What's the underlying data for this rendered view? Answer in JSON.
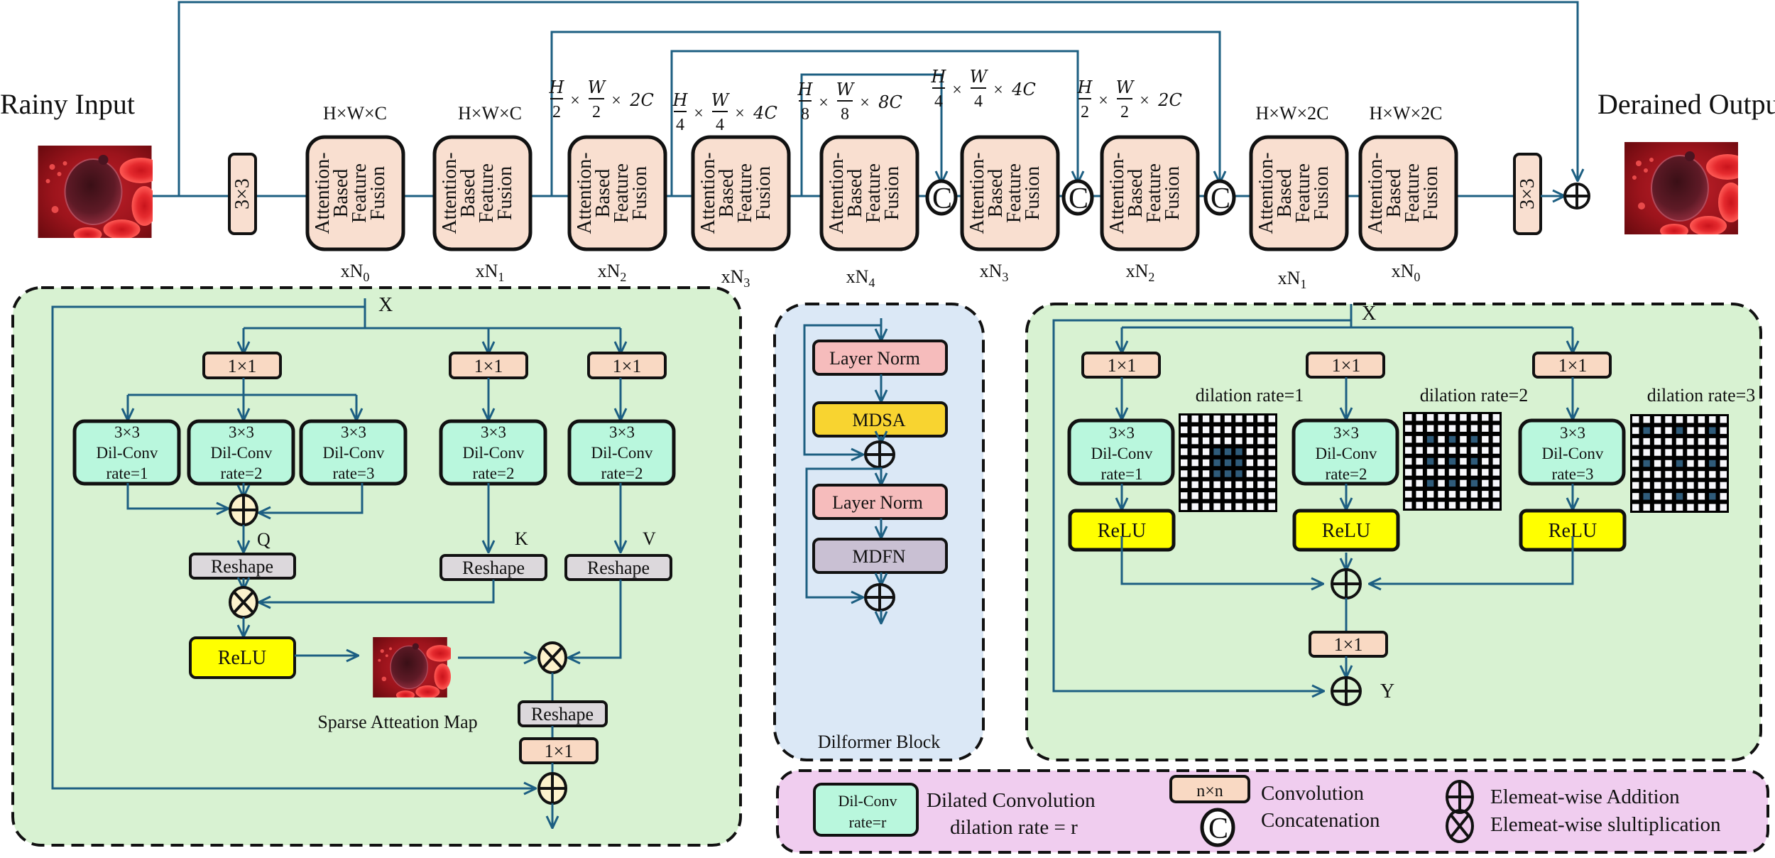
{
  "colors": {
    "line": "#1d5f82",
    "afb_fill": "#f9dfd0",
    "conv_fill": "#f9d9c3",
    "dilconv_fill": "#b9f7dd",
    "relu_fill": "#ffff00",
    "reshape_fill": "#dcd8dc",
    "op_fill": "#fdf2cc",
    "layernorm_fill": "#f6bcbc",
    "mdsa_fill": "#f8d430",
    "mdfn_fill": "#c9c0d3",
    "panel_green": "#d8f2d2",
    "panel_blue": "#dbe8f6",
    "panel_pink": "#f0cdef",
    "dilation_cell": "#2f5b7a"
  },
  "top": {
    "input_label": "Rainy Input",
    "output_label": "Derained Output",
    "conv_in": "3×3",
    "conv_out": "3×3",
    "afb_lines": [
      "Attention-",
      "Based",
      "Feature",
      "Fusion"
    ],
    "stages": [
      {
        "dim": "H×W×C",
        "repeat": "xN",
        "sub": "0"
      },
      {
        "dim": "H×W×C",
        "repeat": "xN",
        "sub": "1"
      },
      {
        "dim_frac": {
          "a": "H",
          "b": "2",
          "c": "W",
          "d": "2",
          "ch": "2C"
        },
        "repeat": "xN",
        "sub": "2"
      },
      {
        "dim_frac": {
          "a": "H",
          "b": "4",
          "c": "W",
          "d": "4",
          "ch": "4C"
        },
        "repeat": "xN",
        "sub": "3"
      },
      {
        "dim_frac": {
          "a": "H",
          "b": "8",
          "c": "W",
          "d": "8",
          "ch": "8C"
        },
        "repeat": "xN",
        "sub": "4"
      },
      {
        "dim_frac": {
          "a": "H",
          "b": "4",
          "c": "W",
          "d": "4",
          "ch": "4C"
        },
        "repeat": "xN",
        "sub": "3"
      },
      {
        "dim_frac": {
          "a": "H",
          "b": "2",
          "c": "W",
          "d": "2",
          "ch": "2C"
        },
        "repeat": "xN",
        "sub": "2"
      },
      {
        "dim": "H×W×2C",
        "repeat": "xN",
        "sub": "1"
      },
      {
        "dim": "H×W×2C",
        "repeat": "xN",
        "sub": "0"
      }
    ],
    "concat_symbol": "C",
    "times": "×"
  },
  "left_panel": {
    "input": "X",
    "conv": "1×1",
    "dil_title": "3×3",
    "dil_name": "Dil-Conv",
    "q_rates": [
      "rate=1",
      "rate=2",
      "rate=3"
    ],
    "k_rate": "rate=2",
    "v_rate": "rate=2",
    "q": "Q",
    "k": "K",
    "v": "V",
    "reshape": "Reshape",
    "relu": "ReLU",
    "map_caption": "Sparse Atteation Map",
    "out_conv": "1×1"
  },
  "middle_panel": {
    "layer_norm_1": "Layer Norm",
    "mdsa": "MDSA",
    "layer_norm_2": "Layer Norm",
    "mdfn": "MDFN",
    "title": "Dilformer Block"
  },
  "right_panel": {
    "input": "X",
    "output": "Y",
    "conv": "1×1",
    "dil_title": "3×3",
    "dil_name": "Dil-Conv",
    "branches": [
      {
        "rate": "rate=1",
        "grid_label": "dilation rate=1",
        "dilation": 1
      },
      {
        "rate": "rate=2",
        "grid_label": "dilation rate=2",
        "dilation": 2
      },
      {
        "rate": "rate=3",
        "grid_label": "dilation rate=3",
        "dilation": 3
      }
    ],
    "relu": "ReLU",
    "out_conv": "1×1",
    "grid_size": 9
  },
  "legend": {
    "dil_box_l1": "Dil-Conv",
    "dil_box_l2": "rate=r",
    "dil_desc_l1": "Dilated Convolution",
    "dil_desc_l2": "dilation rate = r",
    "conv_box": "n×n",
    "conv_desc": "Convolution",
    "concat_desc": "Concatenation",
    "add_desc": "Elemeat-wise Addition",
    "mul_desc": "Elemeat-wise slultiplication"
  }
}
